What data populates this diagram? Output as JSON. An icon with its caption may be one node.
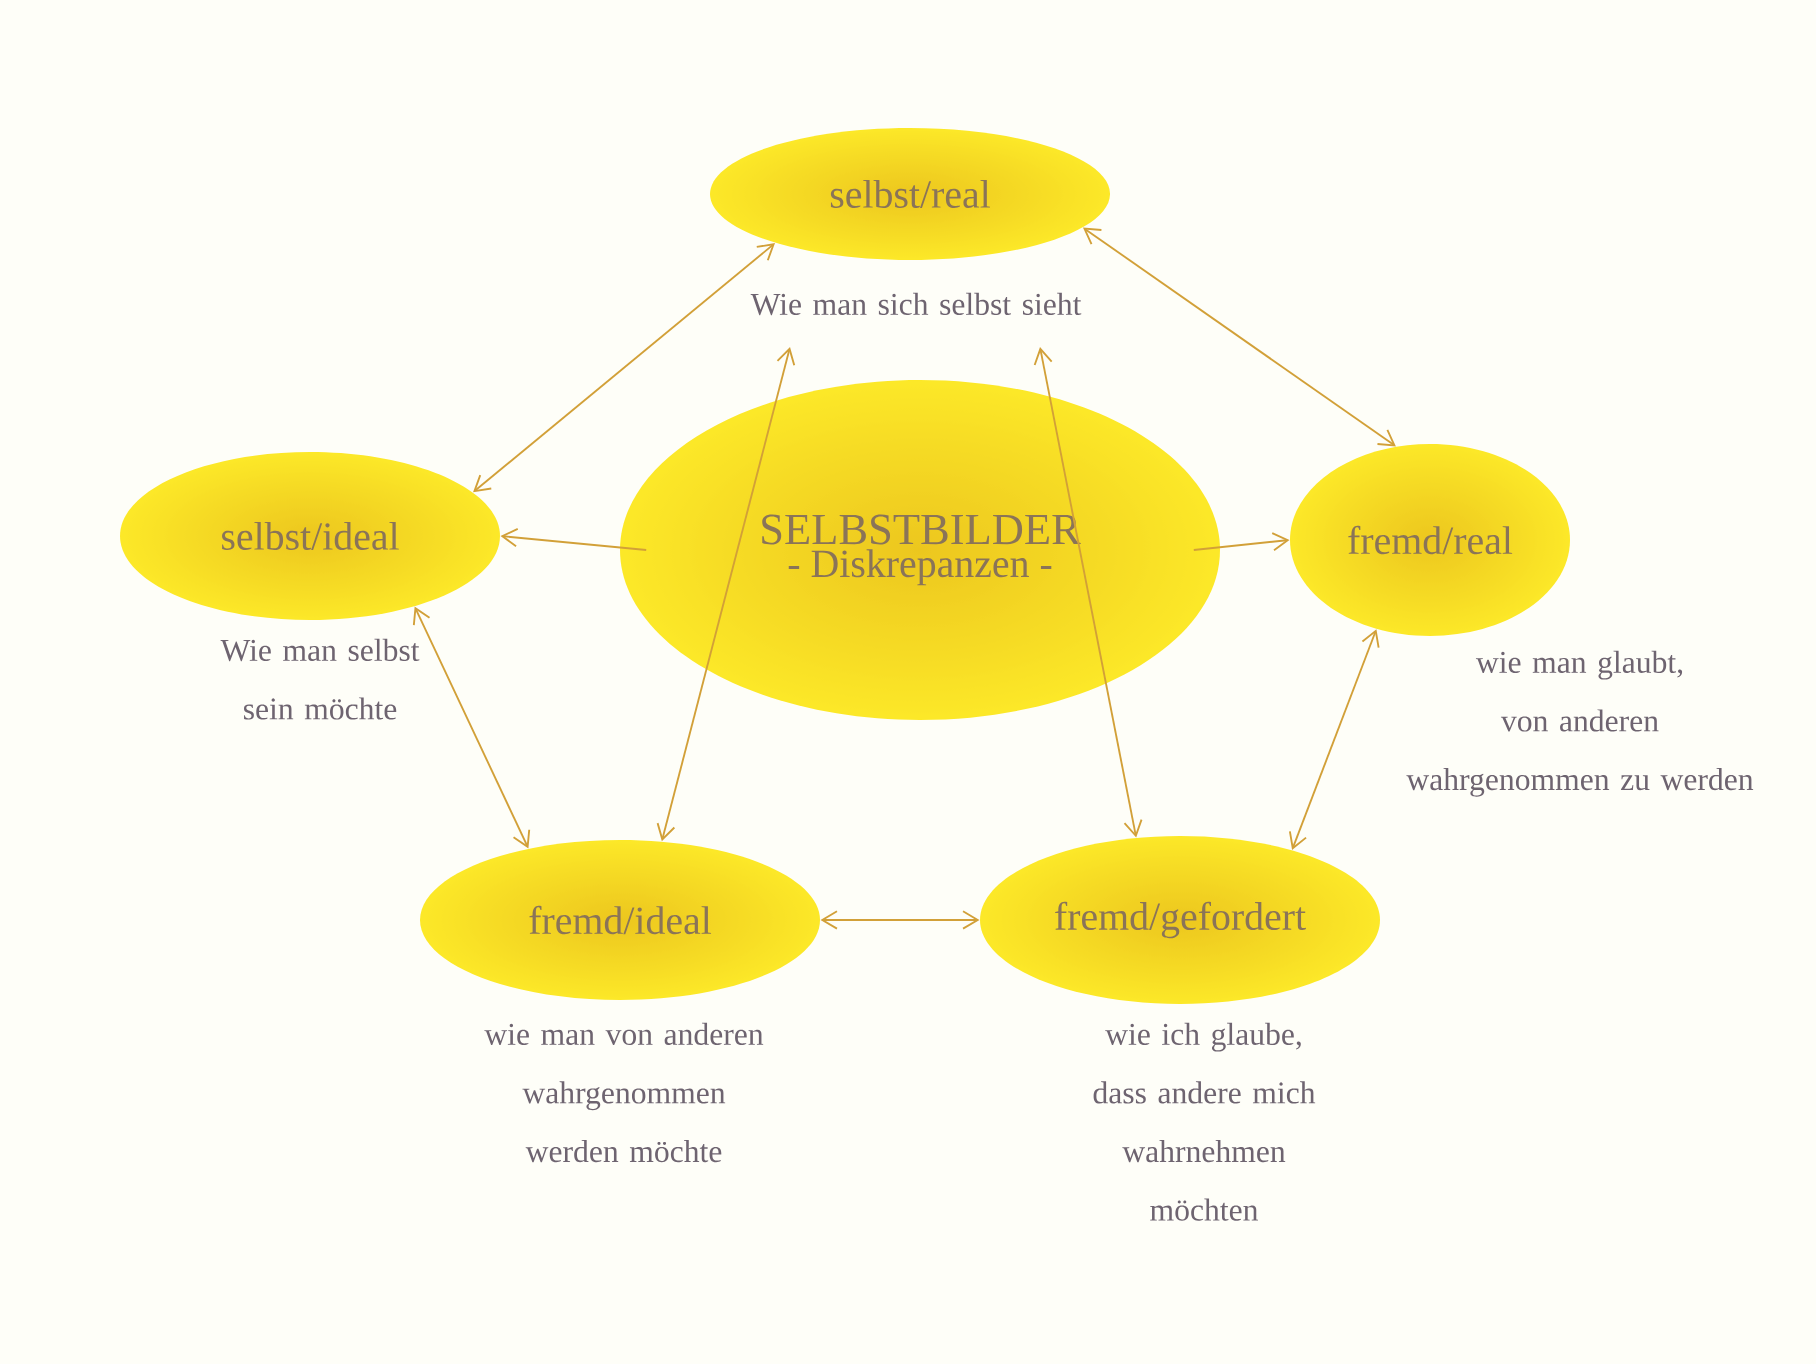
{
  "diagram": {
    "nodes": [
      {
        "text": [
          "selbst/real"
        ],
        "beside": [
          "Wie man sich selbst sieht"
        ]
      },
      {
        "text": [
          "selbst/ideal"
        ],
        "beside": [
          "Wie man selbst sein möchte"
        ]
      },
      {
        "text": [
          "SELBSTBILDER",
          "- Diskrepanzen -"
        ]
      },
      {
        "text": [
          "fremd/real"
        ],
        "beside": [
          "wie man glaubt, von anderen wahrgenommen zu werden"
        ]
      },
      {
        "text": [
          "fremd/ideal"
        ],
        "beside": [
          "wie man von anderen wahrgenommen werden möchte"
        ]
      },
      {
        "text": [
          "fremd/gefordert"
        ],
        "beside": [
          "wie ich glaube, dass andere mich wahrnehmen möchten"
        ]
      }
    ],
    "edges": [
      {
        "from": 0,
        "to": 1,
        "arrow": "both"
      },
      {
        "from": 0,
        "to": 3,
        "arrow": "both"
      },
      {
        "from": 2,
        "to": 1,
        "arrow": "to"
      },
      {
        "from": 2,
        "to": 3,
        "arrow": "to"
      },
      {
        "from": 1,
        "to": 4,
        "arrow": "both"
      },
      {
        "from": 3,
        "to": 5,
        "arrow": "both"
      },
      {
        "from": 4,
        "to": 5,
        "arrow": "both"
      },
      {
        "from": 4,
        "to": 0,
        "arrow": "both"
      },
      {
        "from": 5,
        "to": 0,
        "arrow": "both"
      }
    ]
  }
}
